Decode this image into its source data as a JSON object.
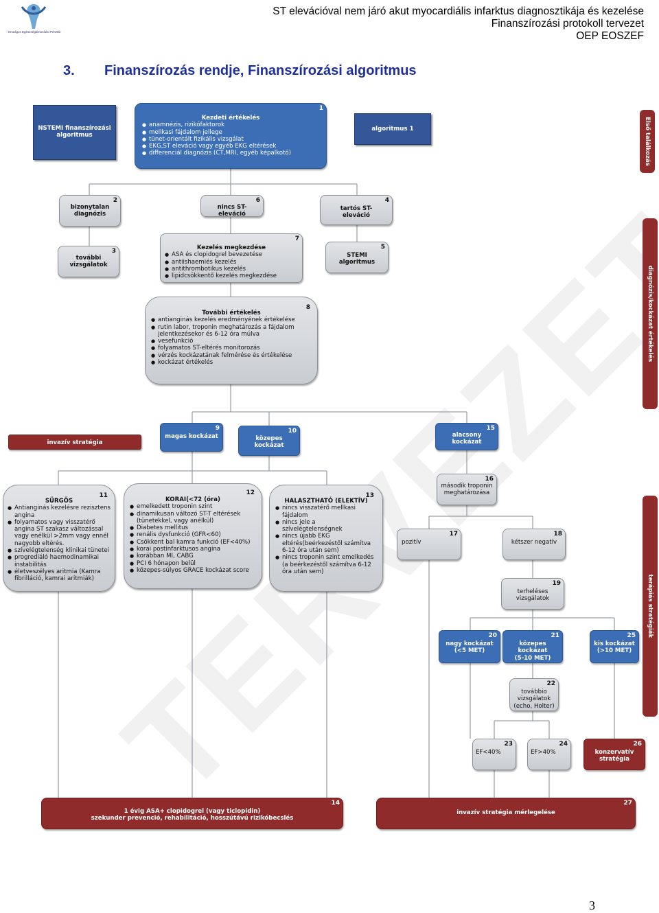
{
  "header": {
    "line1": "ST elevációval nem járó akut myocardiális infarktus diagnosztikája és kezelése",
    "line2": "Finanszírozási protokoll tervezet",
    "line3": "OEP EOSZEF",
    "logo_text": "Országos Egészségbiztosítási Pénztár",
    "logo_icon": "oep-logo-icon"
  },
  "section": {
    "number": "3.",
    "title": "Finanszírozás rendje, Finanszírozási algoritmus"
  },
  "watermark": "TERVEZET",
  "page_number": "3",
  "colors": {
    "blue": "#3c6eb5",
    "navy": "#34579a",
    "red": "#8f2b2b",
    "gray": "#d3d6da"
  },
  "side": {
    "s1": "Első találkozás",
    "s2": "diagnózis/kockázat értékelés",
    "s3": "terápiás stratégiák"
  },
  "nodes": {
    "nstemi": {
      "label": "NSTEMI finanszírozási algoritmus"
    },
    "n1": {
      "num": "1",
      "title": "Kezdeti értékelés",
      "items": [
        "anamnézis, rizikófaktorok",
        "mellkasi fájdalom jellege",
        "tünet-orientált fizikális vizsgálat",
        "EKG,ST eleváció vagy egyéb EKG eltérések",
        "differenciál diagnózis (CT,MRI, egyéb képalkotó)"
      ]
    },
    "alg1": {
      "label": "algoritmus 1"
    },
    "n2": {
      "num": "2",
      "label": "bizonytalan diagnózis"
    },
    "n6": {
      "num": "6",
      "label": "nincs ST-eleváció"
    },
    "n4": {
      "num": "4",
      "label": "tartós ST-eleváció"
    },
    "n3": {
      "num": "3",
      "label": "további vizsgálatok"
    },
    "n7": {
      "num": "7",
      "title": "Kezelés megkezdése",
      "items": [
        "ASA és clopidogrel bevezetése",
        "antiishaemiés kezelés",
        "antithrombotikus kezelés",
        "lipidcsökkentő kezelés megkezdése"
      ]
    },
    "n5": {
      "num": "5",
      "label": "STEMI algoritmus"
    },
    "n8": {
      "num": "8",
      "title": "További értékelés",
      "items": [
        "antianginás kezelés eredményének értékelése",
        "rutin labor, troponin meghatározás a fájdalom jelentkezésekor és 6-12 óra múlva",
        "vesefunkció",
        "folyamatos ST-eltérés monitorozás",
        "vérzés kockázatának felmérése és értékelése",
        "kockázat értékelés"
      ]
    },
    "invaziv": {
      "label": "invazív stratégia"
    },
    "n9": {
      "num": "9",
      "label": "magas kockázat"
    },
    "n10": {
      "num": "10",
      "label": "közepes kockázat"
    },
    "n15": {
      "num": "15",
      "label": "alacsony kockázat"
    },
    "n11": {
      "num": "11",
      "title": "SÜRGŐS",
      "items": [
        "Antianginás kezelésre rezisztens angina",
        "folyamatos vagy visszatérő angina ST szakasz változással vagy enélkül >2mm vagy ennél nagyobb eltérés.",
        "szívelégtelenség klinikai tünetei",
        "progrediáló haemodinamikai instabilitás",
        "életveszélyes aritmia (Kamra fibrilláció, kamrai aritmiák)"
      ]
    },
    "n12": {
      "num": "12",
      "title": "KORAI(<72 (óra)",
      "items": [
        "emelkedett troponin szint",
        "dinamikusan változó ST-T eltérések (tünetekkel, vagy anélkül)",
        "Diabetes mellitus",
        "renális dysfunkció (GFR<60)",
        "Csökkent bal kamra funkció (EF<40%)",
        "korai postinfarktusos angina",
        "korábban MI, CABG",
        "PCI 6 hónapon belül",
        "közepes-súlyos GRACE kockázat score"
      ]
    },
    "n13": {
      "num": "13",
      "title": "HALASZTHATÓ  (ELEKTÍV)",
      "items": [
        "nincs visszatérő mellkasi fájdalom",
        "nincs jele a szívelégtelenségnek",
        "nincs újabb EKG eltérés(beérkezéstől számítva 6-12 óra után sem)",
        "nincs troponin szint emelkedés (a beérkezéstől számítva 6-12 óra után sem)"
      ]
    },
    "n16": {
      "num": "16",
      "label": "második troponin meghatározása"
    },
    "n17": {
      "num": "17",
      "label": "pozitív"
    },
    "n18": {
      "num": "18",
      "label": "kétszer negatív"
    },
    "n19": {
      "num": "19",
      "label": "terheléses vizsgálatok"
    },
    "n20": {
      "num": "20",
      "label": "nagy kockázat (<5 MET)"
    },
    "n21": {
      "num": "21",
      "label": "közepes kockázat (5-10 MET)"
    },
    "n25": {
      "num": "25",
      "label": "kis kockázat (>10 MET)"
    },
    "n22": {
      "num": "22",
      "label": "továbbio vizsgálatok (echo, Holter)"
    },
    "n23": {
      "num": "23",
      "label": "EF<40%"
    },
    "n24": {
      "num": "24",
      "label": "EF>40%"
    },
    "n26": {
      "num": "26",
      "label": "konzervatív stratégia"
    },
    "n14": {
      "num": "14",
      "line1": "1 évig ASA+ clopidogrel (vagy ticlopidin)",
      "line2": "szekunder prevenció, rehabilitáció, hosszútávú rizikóbecslés"
    },
    "n27": {
      "num": "27",
      "label": "invazív stratégia mérlegelése"
    }
  }
}
